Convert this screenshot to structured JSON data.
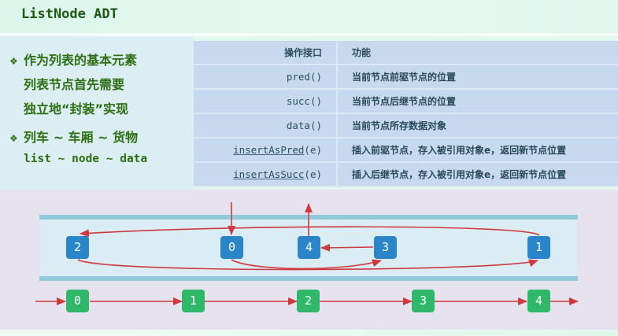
{
  "header": {
    "title": "ListNode ADT"
  },
  "bullets": [
    {
      "lines": [
        "作为列表的基本元素",
        "列表节点首先需要",
        "独立地“封装”实现"
      ]
    },
    {
      "lines": [
        "列车 ~ 车厢 ~ 货物",
        "list ~ node ~ data"
      ]
    }
  ],
  "table": {
    "headers": [
      "操作接口",
      "功能"
    ],
    "rows": [
      {
        "api": "pred()",
        "desc": "当前节点前驱节点的位置",
        "underline": ""
      },
      {
        "api": "succ()",
        "desc": "当前节点后继节点的位置",
        "underline": ""
      },
      {
        "api": "data()",
        "desc": "当前节点所存数据对象",
        "underline": ""
      },
      {
        "api_link": "insertAsPred",
        "api_rest": "(e)",
        "desc": "插入前驱节点，存入被引用对象e，返回新节点位置"
      },
      {
        "api_link": "insertAsSucc",
        "api_rest": "(e)",
        "desc": "插入后继节点，存入被引用对象e，返回新节点位置"
      }
    ]
  },
  "diagram": {
    "physical_nodes": [
      "2",
      "0",
      "4",
      "3",
      "1"
    ],
    "logical_nodes": [
      "0",
      "1",
      "2",
      "3",
      "4"
    ],
    "colors": {
      "physical": "#2a86c8",
      "logical": "#2fb86a",
      "arrow": "#d0393f",
      "band": "#daedf4",
      "band_edge": "#92cadc"
    }
  }
}
